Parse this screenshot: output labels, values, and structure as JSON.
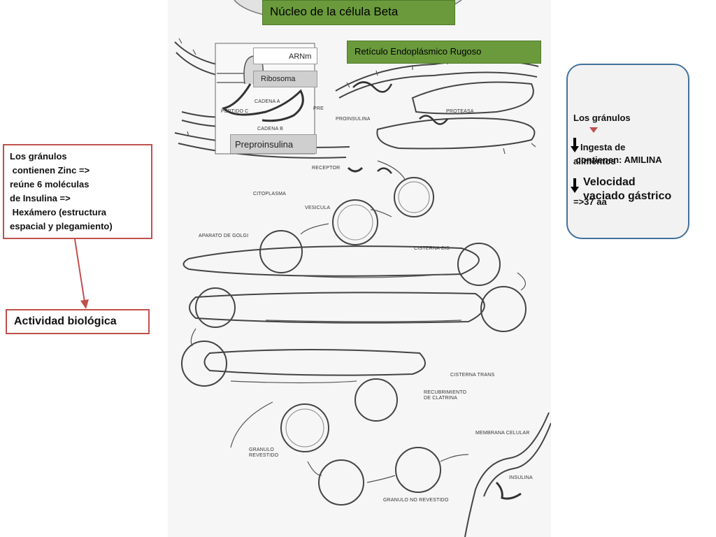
{
  "figure": {
    "title": "Núcleo de la célula Beta",
    "rer_label": "Retículo Endoplásmico Rugoso",
    "arnm_label": "ARNm",
    "ribosoma_label": "Ribosoma",
    "preproinsulina_label": "Preproinsulina",
    "scan_labels": {
      "cadena_a": "CADENA A",
      "peptido_c": "PEPTIDO C",
      "pre": "PRE",
      "cadena_b": "CADENA B",
      "proinsulina": "PROINSULINA",
      "proteasa": "PROTEASA",
      "receptor": "RECEPTOR",
      "citoplasma": "CITOPLASMA",
      "vesicula": "VESICULA",
      "aparato_golgi": "APARATO DE GOLGI",
      "cisterna_cis": "CISTERNA CIS",
      "cisterna_trans": "CISTERNA TRANS",
      "recubrimiento_1": "RECUBRIMIENTO",
      "recubrimiento_2": "DE CLATRINA",
      "granulo_revestido_1": "GRANULO",
      "granulo_revestido_2": "REVESTIDO",
      "membrana_celular": "MEMBRANA CELULAR",
      "insulina": "INSULINA",
      "granulo_no_revestido": "GRANULO NO REVESTIDO"
    }
  },
  "left_panel": {
    "zinc_lines": [
      "Los gránulos",
      " contienen Zinc =>",
      "reúne 6 moléculas",
      "de Insulina =>",
      " Hexámero (estructura",
      "espacial y plegamiento)"
    ],
    "actividad": "Actividad biológica",
    "arrow_color": "#c0504d"
  },
  "right_panel": {
    "amilina_lines": [
      "Los gránulos",
      " contienen: AMILINA",
      "=>37 aa"
    ],
    "ingesta_lines": [
      "Ingesta de",
      "alimentos"
    ],
    "velocidad_lines": [
      "Velocidad",
      "vaciado gástrico"
    ],
    "border_color": "#41719c",
    "down_arrow_color": "#c0504d"
  }
}
